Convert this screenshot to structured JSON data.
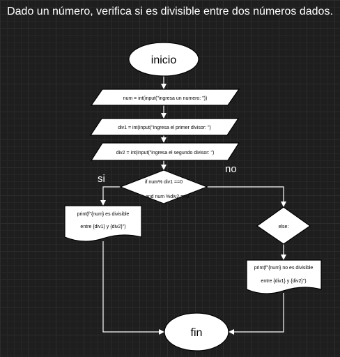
{
  "title": "Dado un número, verifica si es divisible entre dos números dados.",
  "nodes": {
    "start": "inicio",
    "input_num": "num = int(input(\"ingresa un numero: \"))",
    "input_div1": "div1 = int(input(\"ingresa el primer divisor: \")",
    "input_div2": "div2 = int(input(\"ingresa el segundo divisor: \")",
    "condition_line1": "if num% div1 ==0",
    "condition_line2": "and num %div2 ==0",
    "print_yes_line1": "print(f\"{num} es divisible",
    "print_yes_line2": "entre {div1} y {div2}\")",
    "else": "else:",
    "print_no_line1": "print(f\"{num} no es divisible",
    "print_no_line2": "entre {div1} y {div2}\")",
    "end": "fin"
  },
  "edge_labels": {
    "yes": "si",
    "no": "no"
  },
  "colors": {
    "background": "#1e1e1e",
    "shape_fill": "#ffffff",
    "stroke": "#000000",
    "connector": "#ffffff"
  }
}
